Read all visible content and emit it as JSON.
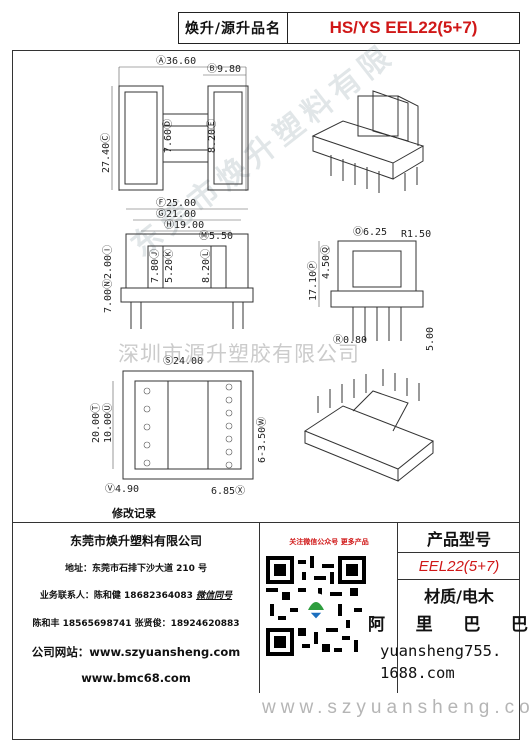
{
  "header": {
    "label": "焕升/源升品名",
    "model": "HS/YS EEL22(5+7)"
  },
  "dimensions": {
    "a": "Ⓐ36.60",
    "b": "Ⓑ9.80",
    "width_left": "27.40Ⓒ",
    "inner_1": "7.60Ⓓ",
    "inner_2": "8.20Ⓔ",
    "f": "Ⓕ25.00",
    "g": "Ⓖ21.00",
    "h": "Ⓗ19.00",
    "m": "Ⓜ5.50",
    "side_1": "2.00Ⓘ",
    "side_2": "7.80Ⓙ",
    "side_3": "5.20Ⓚ",
    "side_4": "8.20Ⓛ",
    "side_5": "7.00Ⓝ",
    "o": "Ⓞ6.25",
    "r": "R1.50",
    "right_1": "17.10Ⓟ",
    "right_2": "4.50Ⓠ",
    "pin": "Ⓡ0.80",
    "pin_len": "5.00",
    "s": "Ⓢ24.00",
    "t1": "20.00Ⓣ",
    "t2": "10.00Ⓤ",
    "pitch": "6-3.50Ⓦ",
    "v": "Ⓥ4.90",
    "x": "6.85Ⓧ"
  },
  "watermark": {
    "company": "深圳市源升塑胶有限公司",
    "diagonal": "东莞市焕升塑料有限"
  },
  "record_label": "修改记录",
  "company": {
    "name": "东莞市焕升塑料有限公司",
    "address": "地址：东莞市石排下沙大道 210 号",
    "contact_1": "业务联系人：陈和健 18682364083",
    "wechat": "微信同号",
    "contact_2": "陈和丰 18565698741 张贤俊：18924620883",
    "website": "公司网站：www.szyuansheng.com",
    "website_2": "www.bmc68.com"
  },
  "qr": {
    "caption": "关注微信公众号 更多产品"
  },
  "product": {
    "title": "产品型号",
    "model": "EEL22(5+7)",
    "material": "材质/电木",
    "alibaba": [
      "阿",
      "里",
      "巴",
      "巴"
    ],
    "shop_line_1": "yuansheng755.",
    "shop_line_2": "1688.com"
  },
  "footer": {
    "url": "www.szyuansheng.com"
  }
}
